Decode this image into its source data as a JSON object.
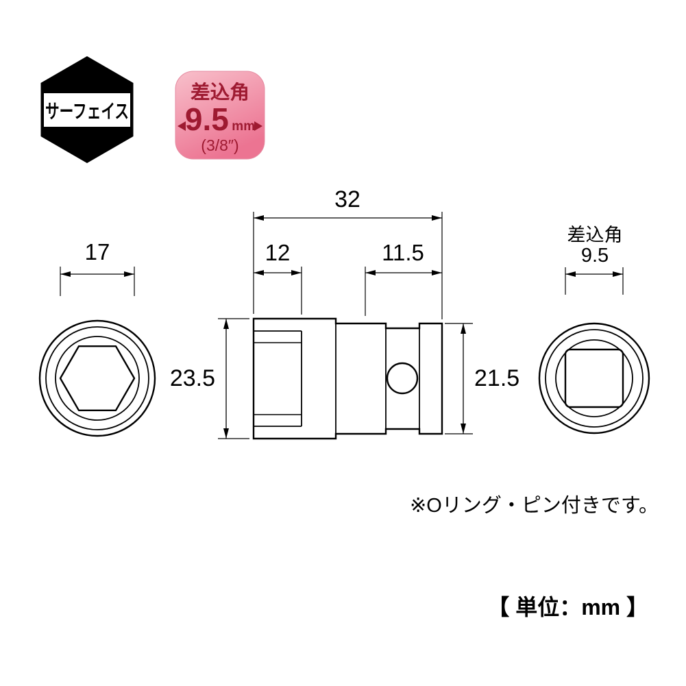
{
  "colors": {
    "line": "#000000",
    "badge_top": "#f8c0cb",
    "badge_bottom": "#ec7492",
    "badge_text": "#9e1a31"
  },
  "logo": {
    "text": "サーフェイス"
  },
  "badge": {
    "title": "差込角",
    "value": "9.5",
    "unit": "mm",
    "fraction": "(3/8″)"
  },
  "front_view": {
    "width": "17"
  },
  "side_view": {
    "overall_length": "32",
    "socket_depth": "12",
    "drive_depth": "11.5",
    "socket_height": "23.5",
    "drive_height": "21.5"
  },
  "rear_view": {
    "label": "差込角",
    "size": "9.5"
  },
  "note": "※Oリング・ピン付きです。",
  "units_label": "【 単位：mm 】"
}
